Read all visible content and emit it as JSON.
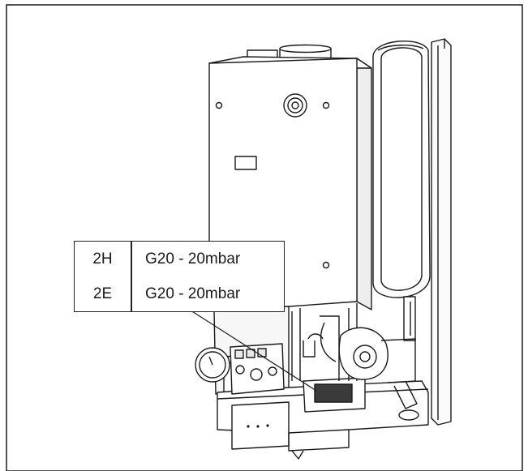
{
  "colors": {
    "line": "#1a1a1a",
    "background": "#ffffff",
    "shade": "#e9e9e9"
  },
  "gas_table": {
    "rows": [
      {
        "category": "2H",
        "gas": "G20 - 20mbar"
      },
      {
        "category": "2E",
        "gas": "G20 - 20mbar"
      }
    ]
  }
}
